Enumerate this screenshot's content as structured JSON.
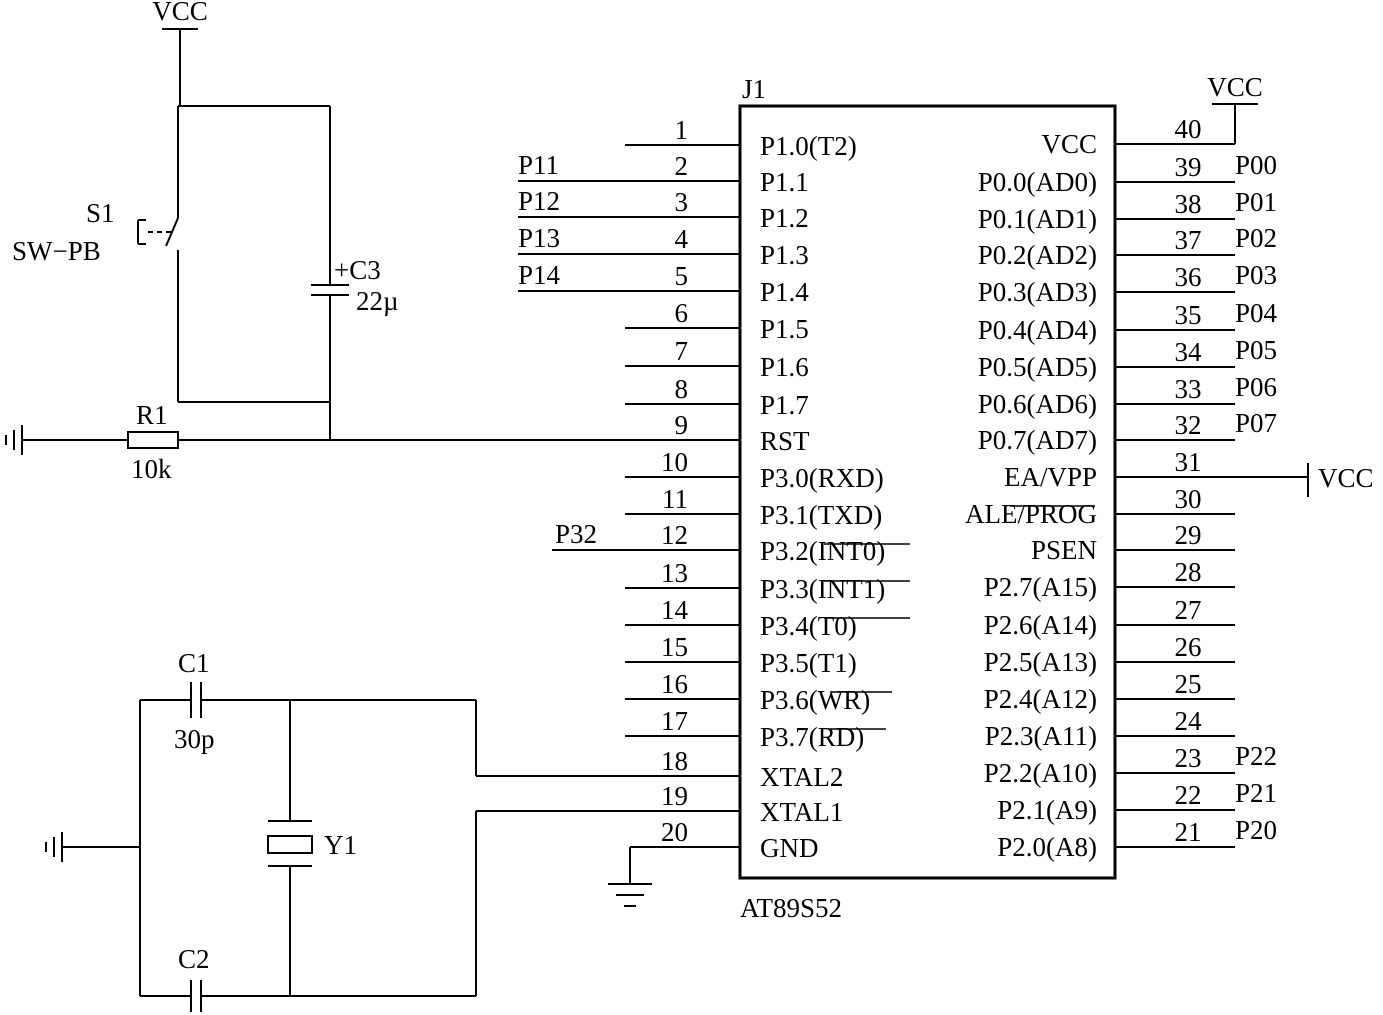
{
  "chip": {
    "designator": "J1",
    "part": "AT89S52",
    "left_pins": [
      {
        "num": "1",
        "name": "P1.0(T2)",
        "net": ""
      },
      {
        "num": "2",
        "name": "P1.1",
        "net": "P11"
      },
      {
        "num": "3",
        "name": "P1.2",
        "net": "P12"
      },
      {
        "num": "4",
        "name": "P1.3",
        "net": "P13"
      },
      {
        "num": "5",
        "name": "P1.4",
        "net": "P14"
      },
      {
        "num": "6",
        "name": "P1.5",
        "net": ""
      },
      {
        "num": "7",
        "name": "P1.6",
        "net": ""
      },
      {
        "num": "8",
        "name": "P1.7",
        "net": ""
      },
      {
        "num": "9",
        "name": "RST",
        "net": ""
      },
      {
        "num": "10",
        "name": "P3.0(RXD)",
        "net": ""
      },
      {
        "num": "11",
        "name": "P3.1(TXD)",
        "net": ""
      },
      {
        "num": "12",
        "name": "P3.2(INT0)",
        "net": "P32"
      },
      {
        "num": "13",
        "name": "P3.3(INT1)",
        "net": ""
      },
      {
        "num": "14",
        "name": "P3.4(T0)",
        "net": ""
      },
      {
        "num": "15",
        "name": "P3.5(T1)",
        "net": ""
      },
      {
        "num": "16",
        "name": "P3.6(WR)",
        "net": ""
      },
      {
        "num": "17",
        "name": "P3.7(RD)",
        "net": ""
      },
      {
        "num": "18",
        "name": "XTAL2",
        "net": ""
      },
      {
        "num": "19",
        "name": "XTAL1",
        "net": ""
      },
      {
        "num": "20",
        "name": "GND",
        "net": ""
      }
    ],
    "right_pins": [
      {
        "num": "40",
        "name": "VCC",
        "net": ""
      },
      {
        "num": "39",
        "name": "P0.0(AD0)",
        "net": "P00"
      },
      {
        "num": "38",
        "name": "P0.1(AD1)",
        "net": "P01"
      },
      {
        "num": "37",
        "name": "P0.2(AD2)",
        "net": "P02"
      },
      {
        "num": "36",
        "name": "P0.3(AD3)",
        "net": "P03"
      },
      {
        "num": "35",
        "name": "P0.4(AD4)",
        "net": "P04"
      },
      {
        "num": "34",
        "name": "P0.5(AD5)",
        "net": "P05"
      },
      {
        "num": "33",
        "name": "P0.6(AD6)",
        "net": "P06"
      },
      {
        "num": "32",
        "name": "P0.7(AD7)",
        "net": "P07"
      },
      {
        "num": "31",
        "name": "EA/VPP",
        "net": "VCC"
      },
      {
        "num": "30",
        "name": "ALE/PROG",
        "net": ""
      },
      {
        "num": "29",
        "name": "PSEN",
        "net": ""
      },
      {
        "num": "28",
        "name": "P2.7(A15)",
        "net": ""
      },
      {
        "num": "27",
        "name": "P2.6(A14)",
        "net": ""
      },
      {
        "num": "26",
        "name": "P2.5(A13)",
        "net": ""
      },
      {
        "num": "25",
        "name": "P2.4(A12)",
        "net": ""
      },
      {
        "num": "24",
        "name": "P2.3(A11)",
        "net": ""
      },
      {
        "num": "23",
        "name": "P2.2(A10)",
        "net": "P22"
      },
      {
        "num": "22",
        "name": "P2.1(A9)",
        "net": "P21"
      },
      {
        "num": "21",
        "name": "P2.0(A8)",
        "net": "P20"
      }
    ]
  },
  "power": {
    "vcc_top_left": "VCC",
    "vcc_pin40": "VCC"
  },
  "components": {
    "switch": {
      "ref": "S1",
      "value": "SW−PB"
    },
    "c3": {
      "ref": "+C3",
      "value": "22µ"
    },
    "r1": {
      "ref": "R1",
      "value": "10k"
    },
    "c1": {
      "ref": "C1",
      "value": "30p"
    },
    "c2": {
      "ref": "C2"
    },
    "y1": {
      "ref": "Y1"
    }
  }
}
